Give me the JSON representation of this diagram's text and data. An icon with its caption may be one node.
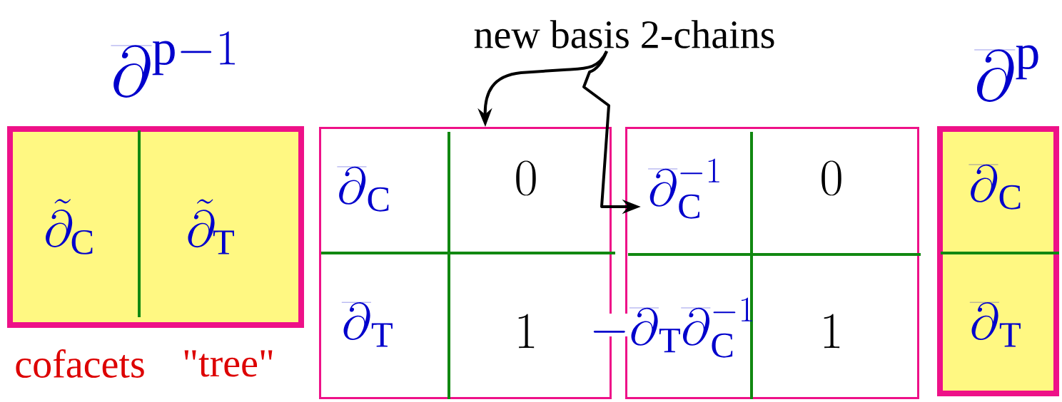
{
  "diagram": {
    "nodes": [
      {
        "text": [
          "\\overline{\\partial}^{\\mathrm{p}-1}"
        ],
        "beside": [
          "cofacets",
          "\"tree\""
        ]
      },
      {
        "text": [
          "\\tilde{\\partial}_{\\mathrm{C}}"
        ],
        "in": 0
      },
      {
        "text": [
          "\\tilde{\\partial}_{\\mathrm{T}}"
        ],
        "in": 0
      },
      {
        "text": [
          "new basis 2-chains"
        ]
      },
      {
        "text": [],
        "shape": "box"
      },
      {
        "text": [
          "\\overline{\\partial}_{\\mathrm{C}}"
        ],
        "in": 4
      },
      {
        "text": [
          "0"
        ],
        "in": 4
      },
      {
        "text": [
          "\\overline{\\partial}_{\\mathrm{T}}"
        ],
        "in": 4
      },
      {
        "text": [
          "1"
        ],
        "in": 4
      },
      {
        "text": [],
        "shape": "box"
      },
      {
        "text": [
          "\\overline{\\partial}_{\\mathrm{C}}^{-1}"
        ],
        "in": 9
      },
      {
        "text": [
          "0"
        ],
        "in": 9
      },
      {
        "text": [
          "-\\overline{\\partial}_{\\mathrm{T}}\\overline{\\partial}_{\\mathrm{C}}^{-1}"
        ]
      },
      {
        "text": [
          "1"
        ],
        "in": 9
      },
      {
        "text": [
          "\\overline{\\partial}^{\\mathrm{p}}"
        ]
      },
      {
        "text": [
          "\\overline{\\partial}_{\\mathrm{C}}"
        ],
        "in": 14
      },
      {
        "text": [
          "\\overline{\\partial}_{\\mathrm{T}}"
        ],
        "in": 14
      }
    ],
    "edges": [
      {
        "from": 3,
        "to": 4,
        "arrow": "to"
      },
      {
        "from": 3,
        "to": 10,
        "arrow": "to"
      }
    ]
  }
}
